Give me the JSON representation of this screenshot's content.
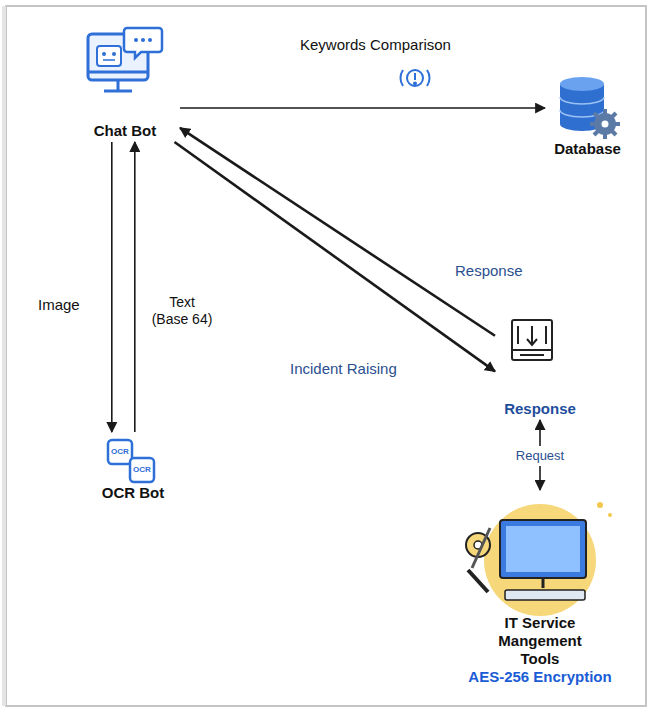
{
  "diagram": {
    "nodes": [
      {
        "text": [
          "Chat Bot"
        ]
      },
      {
        "text": [
          "Database"
        ]
      },
      {
        "text": [
          "OCR Bot"
        ]
      },
      {
        "text": [
          "Response"
        ]
      },
      {
        "text": [
          "IT Service Mangement Tools",
          "AES-256 Encryption"
        ]
      }
    ],
    "edges": [
      {
        "from": 0,
        "to": 1,
        "label": "Keywords Comparison",
        "arrow": "to"
      },
      {
        "from": 0,
        "to": 2,
        "label": "Image",
        "arrow": "to"
      },
      {
        "from": 2,
        "to": 0,
        "label": "Text (Base 64)",
        "arrow": "to"
      },
      {
        "from": 0,
        "to": 3,
        "label": "Incident Raising",
        "arrow": "to"
      },
      {
        "from": 3,
        "to": 0,
        "label": "Response",
        "arrow": "to"
      },
      {
        "from": 3,
        "to": 4,
        "label": "Request",
        "arrow": "both"
      }
    ],
    "labels": [
      "OCR",
      "OCR"
    ]
  }
}
